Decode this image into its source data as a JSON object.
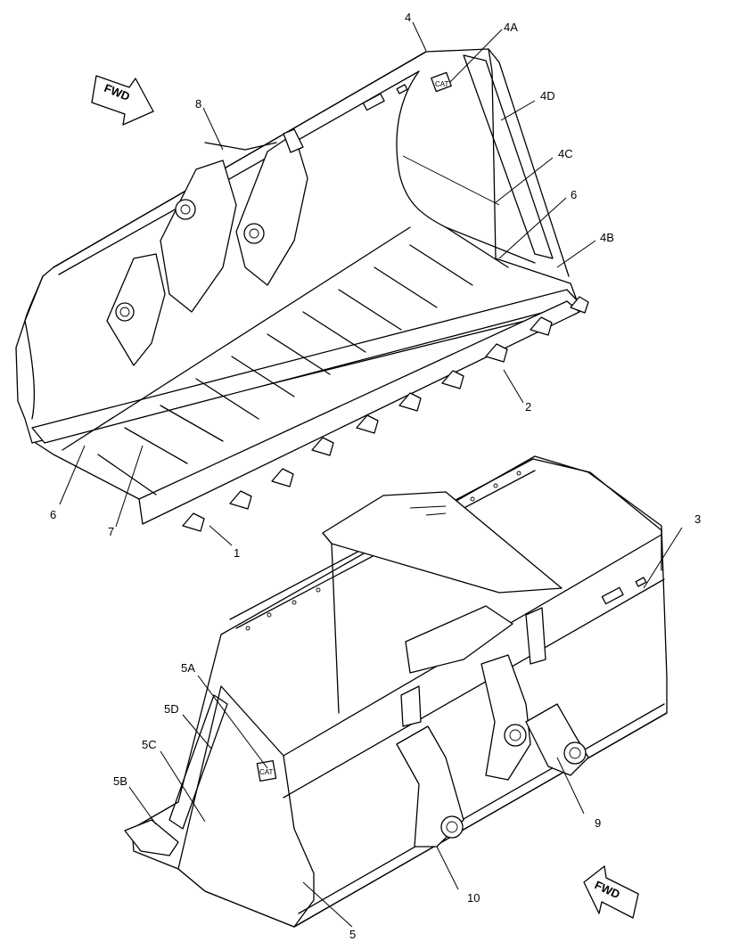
{
  "fwd_label": "FWD",
  "callouts": {
    "c4": "4",
    "c4A": "4A",
    "c4D": "4D",
    "c4C": "4C",
    "c6_top": "6",
    "c4B": "4B",
    "c8": "8",
    "c2": "2",
    "c6_left": "6",
    "c7": "7",
    "c1": "1",
    "c3": "3",
    "c5A": "5A",
    "c5D": "5D",
    "c5C": "5C",
    "c5B": "5B",
    "c9": "9",
    "c10": "10",
    "c5": "5"
  }
}
